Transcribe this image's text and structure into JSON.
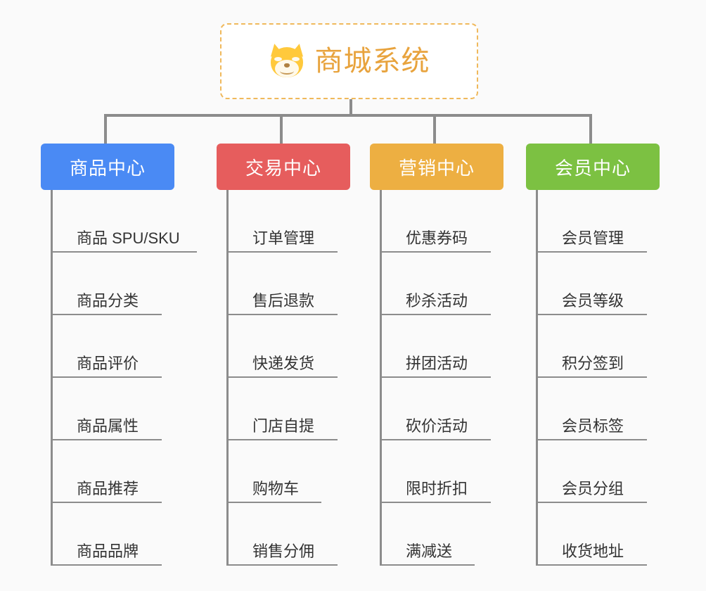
{
  "page": {
    "background": "#fafafa",
    "title": "商城系统 功能架构图"
  },
  "root": {
    "icon": "dog-face-emoji",
    "title": "商城系统",
    "title_color": "#e8a33d",
    "border_color": "#f0b95c",
    "background": "#ffffff"
  },
  "connector_color": "#8c8c8c",
  "columns": [
    {
      "header": "商品中心",
      "color": "#4a8af4",
      "items": [
        {
          "label": "商品 SPU/SKU",
          "rule_width": 205
        },
        {
          "label": "商品分类",
          "rule_width": 155
        },
        {
          "label": "商品评价",
          "rule_width": 155
        },
        {
          "label": "商品属性",
          "rule_width": 155
        },
        {
          "label": "商品推荐",
          "rule_width": 155
        },
        {
          "label": "商品品牌",
          "rule_width": 155
        }
      ]
    },
    {
      "header": "交易中心",
      "color": "#e65d5d",
      "items": [
        {
          "label": "订单管理",
          "rule_width": 155
        },
        {
          "label": "售后退款",
          "rule_width": 155
        },
        {
          "label": "快递发货",
          "rule_width": 155
        },
        {
          "label": "门店自提",
          "rule_width": 155
        },
        {
          "label": "购物车",
          "rule_width": 132
        },
        {
          "label": "销售分佣",
          "rule_width": 155
        }
      ]
    },
    {
      "header": "营销中心",
      "color": "#edaf42",
      "items": [
        {
          "label": "优惠券码",
          "rule_width": 155
        },
        {
          "label": "秒杀活动",
          "rule_width": 155
        },
        {
          "label": "拼团活动",
          "rule_width": 155
        },
        {
          "label": "砍价活动",
          "rule_width": 155
        },
        {
          "label": "限时折扣",
          "rule_width": 155
        },
        {
          "label": "满减送",
          "rule_width": 132
        }
      ]
    },
    {
      "header": "会员中心",
      "color": "#7cc142",
      "items": [
        {
          "label": "会员管理",
          "rule_width": 155
        },
        {
          "label": "会员等级",
          "rule_width": 155
        },
        {
          "label": "积分签到",
          "rule_width": 155
        },
        {
          "label": "会员标签",
          "rule_width": 155
        },
        {
          "label": "会员分组",
          "rule_width": 155
        },
        {
          "label": "收货地址",
          "rule_width": 155
        }
      ]
    }
  ]
}
